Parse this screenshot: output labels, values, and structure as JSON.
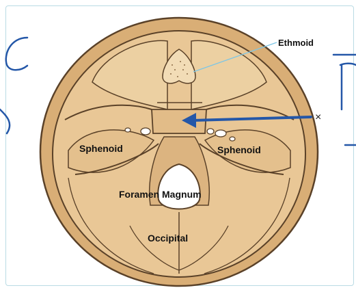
{
  "diagram": {
    "labels": {
      "ethmoid": "Ethmoid",
      "sphenoid_left": "Sphenoid",
      "sphenoid_right": "Sphenoid",
      "foramen_magnum": "Foramen Magnum",
      "occipital": "Occipital",
      "marker": "×"
    },
    "colors": {
      "bone": "#e9c796",
      "bone_shadow": "#d9ae76",
      "outline": "#5a4128",
      "arrow": "#2457a8",
      "leader_line": "#7cc6e6",
      "frame_border": "#b9dbe4"
    }
  },
  "handwriting": {
    "left_marks": "c",
    "right_marks": "T"
  }
}
